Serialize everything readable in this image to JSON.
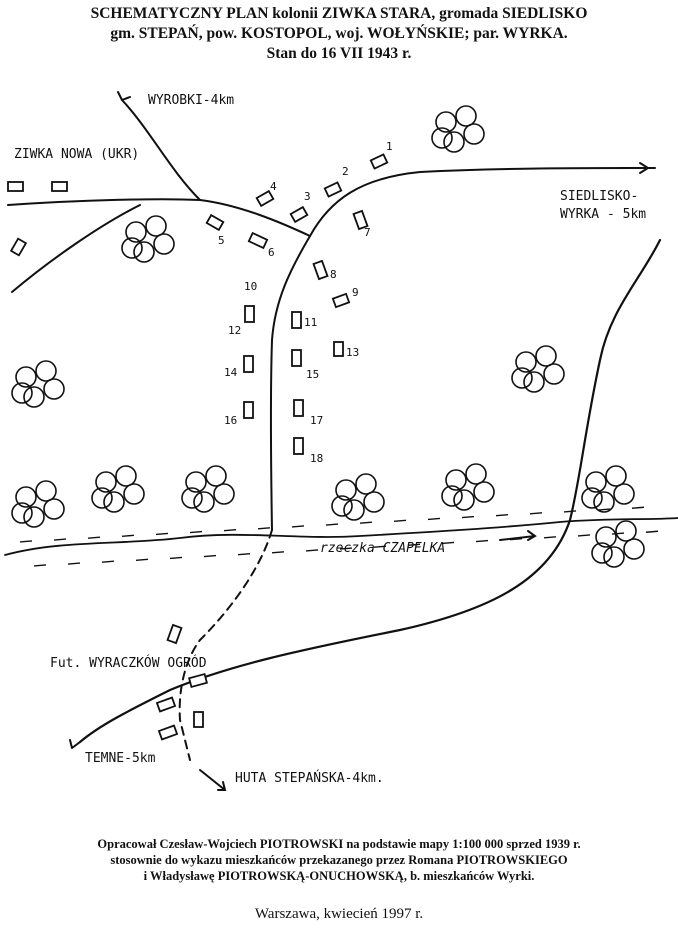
{
  "header": {
    "line1": "SCHEMATYCZNY PLAN kolonii ZIWKA STARA, gromada SIEDLISKO",
    "line2": "gm. STEPAŃ, pow. KOSTOPOL, woj. WOŁYŃSKIE; par. WYRKA.",
    "line3": "Stan do 16 VII 1943 r."
  },
  "map": {
    "labels": {
      "wyrobki": "WYROBKI-4km",
      "ziwka_nowa": "ZIWKA NOWA (UKR)",
      "siedlisko": "SIEDLISKO-",
      "wyrka": "WYRKA - 5km",
      "river": "rzeczka CZAPELKA",
      "wyraczkow": "Fut. WYRACZKÓW OGRÓD",
      "temne": "TEMNE-5km",
      "huta": "HUTA STEPAŃSKA-4km."
    },
    "house_numbers": [
      "1",
      "2",
      "3",
      "4",
      "5",
      "6",
      "7",
      "8",
      "9",
      "10",
      "11",
      "12",
      "13",
      "14",
      "15",
      "16",
      "17",
      "18"
    ]
  },
  "footer": {
    "line1": "Opracował Czesław-Wojciech PIOTROWSKI na podstawie mapy 1:100 000 sprzed 1939 r.",
    "line2": "stosownie do wykazu mieszkańców przekazanego przez Romana PIOTROWSKIEGO",
    "line3": "i Władysławę PIOTROWSKĄ-ONUCHOWSKĄ, b. mieszkańców Wyrki.",
    "place_date": "Warszawa, kwiecień 1997 r."
  }
}
